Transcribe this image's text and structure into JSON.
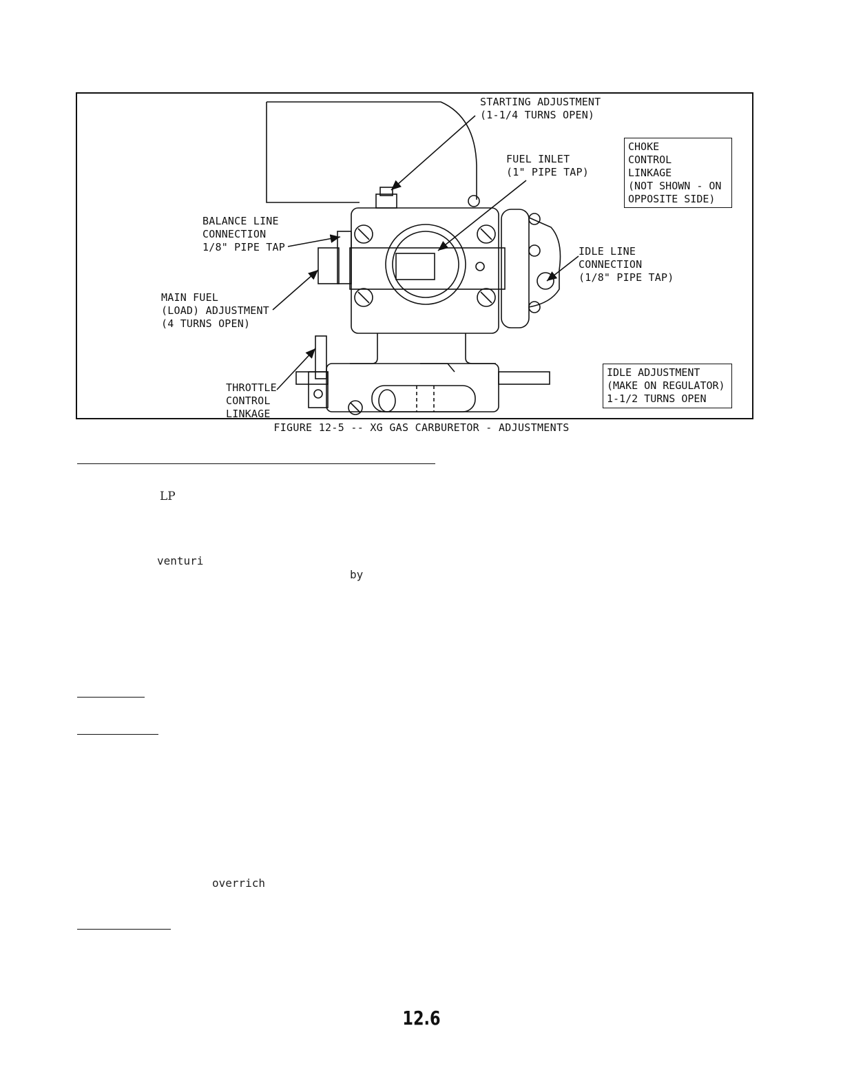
{
  "figure": {
    "caption": "FIGURE 12-5 -- XG GAS CARBURETOR - ADJUSTMENTS",
    "labels": {
      "starting_1": "STARTING ADJUSTMENT",
      "starting_2": "(1-1/4 TURNS OPEN)",
      "fuel_inlet_1": "FUEL INLET",
      "fuel_inlet_2": "(1\" PIPE TAP)",
      "balance_1": "BALANCE LINE",
      "balance_2": "CONNECTION",
      "balance_3": "1/8\" PIPE TAP",
      "main_fuel_1": "MAIN FUEL",
      "main_fuel_2": "(LOAD) ADJUSTMENT",
      "main_fuel_3": "(4 TURNS OPEN)",
      "idle_line_1": "IDLE LINE",
      "idle_line_2": "CONNECTION",
      "idle_line_3": "(1/8\" PIPE TAP)",
      "throttle_1": "THROTTLE",
      "throttle_2": "CONTROL",
      "throttle_3": "LINKAGE"
    },
    "choke_box": [
      "CHOKE",
      "CONTROL",
      "LINKAGE",
      "(NOT SHOWN - ON",
      "OPPOSITE SIDE)"
    ],
    "idle_adj_box": [
      "IDLE ADJUSTMENT",
      "(MAKE ON REGULATOR)",
      "1-1/2 TURNS OPEN"
    ]
  },
  "body_text": {
    "word_lp": "LP",
    "word_venturi": "venturi",
    "word_by": "by",
    "word_overrich": "overrich"
  },
  "page_number": "12.6"
}
